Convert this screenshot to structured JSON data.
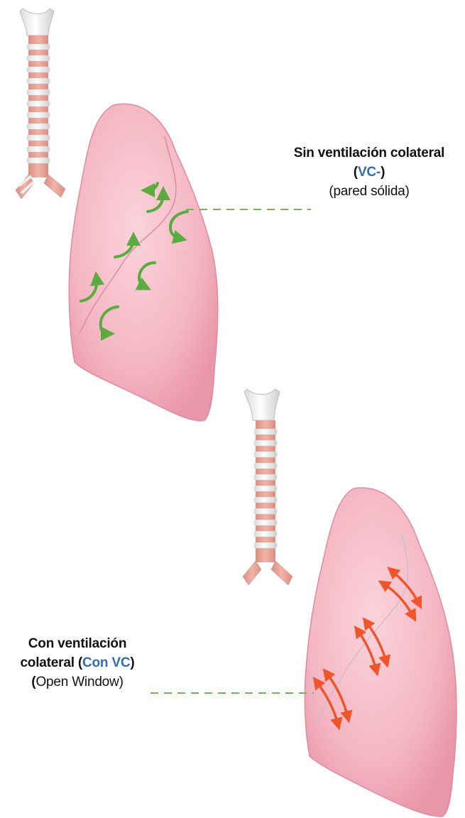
{
  "captions": {
    "no_collateral": {
      "line1": "Sin ventilación colateral",
      "paren_open": "(",
      "code": "VC-",
      "paren_close": ")",
      "note": "(pared sólida)"
    },
    "with_collateral": {
      "line1": "Con ventilación",
      "line2_prefix": "colateral (",
      "code": "Con VC",
      "line2_suffix": ")",
      "note_paren_open": "(",
      "note": "Open Window)"
    }
  },
  "colors": {
    "lung_fill": "#f4b7c3",
    "lung_edge": "#e59aab",
    "trachea_ring": "#f2f2f2",
    "trachea_band": "#e8a396",
    "green_arrow": "#5aac3e",
    "orange_arrow": "#f0552a",
    "leader_line": "#6fb84a",
    "accent_text": "#2f6db5"
  },
  "icons": {
    "top_arrows": "curved-arrow-icon",
    "bottom_arrows": "double-arrow-icon"
  }
}
